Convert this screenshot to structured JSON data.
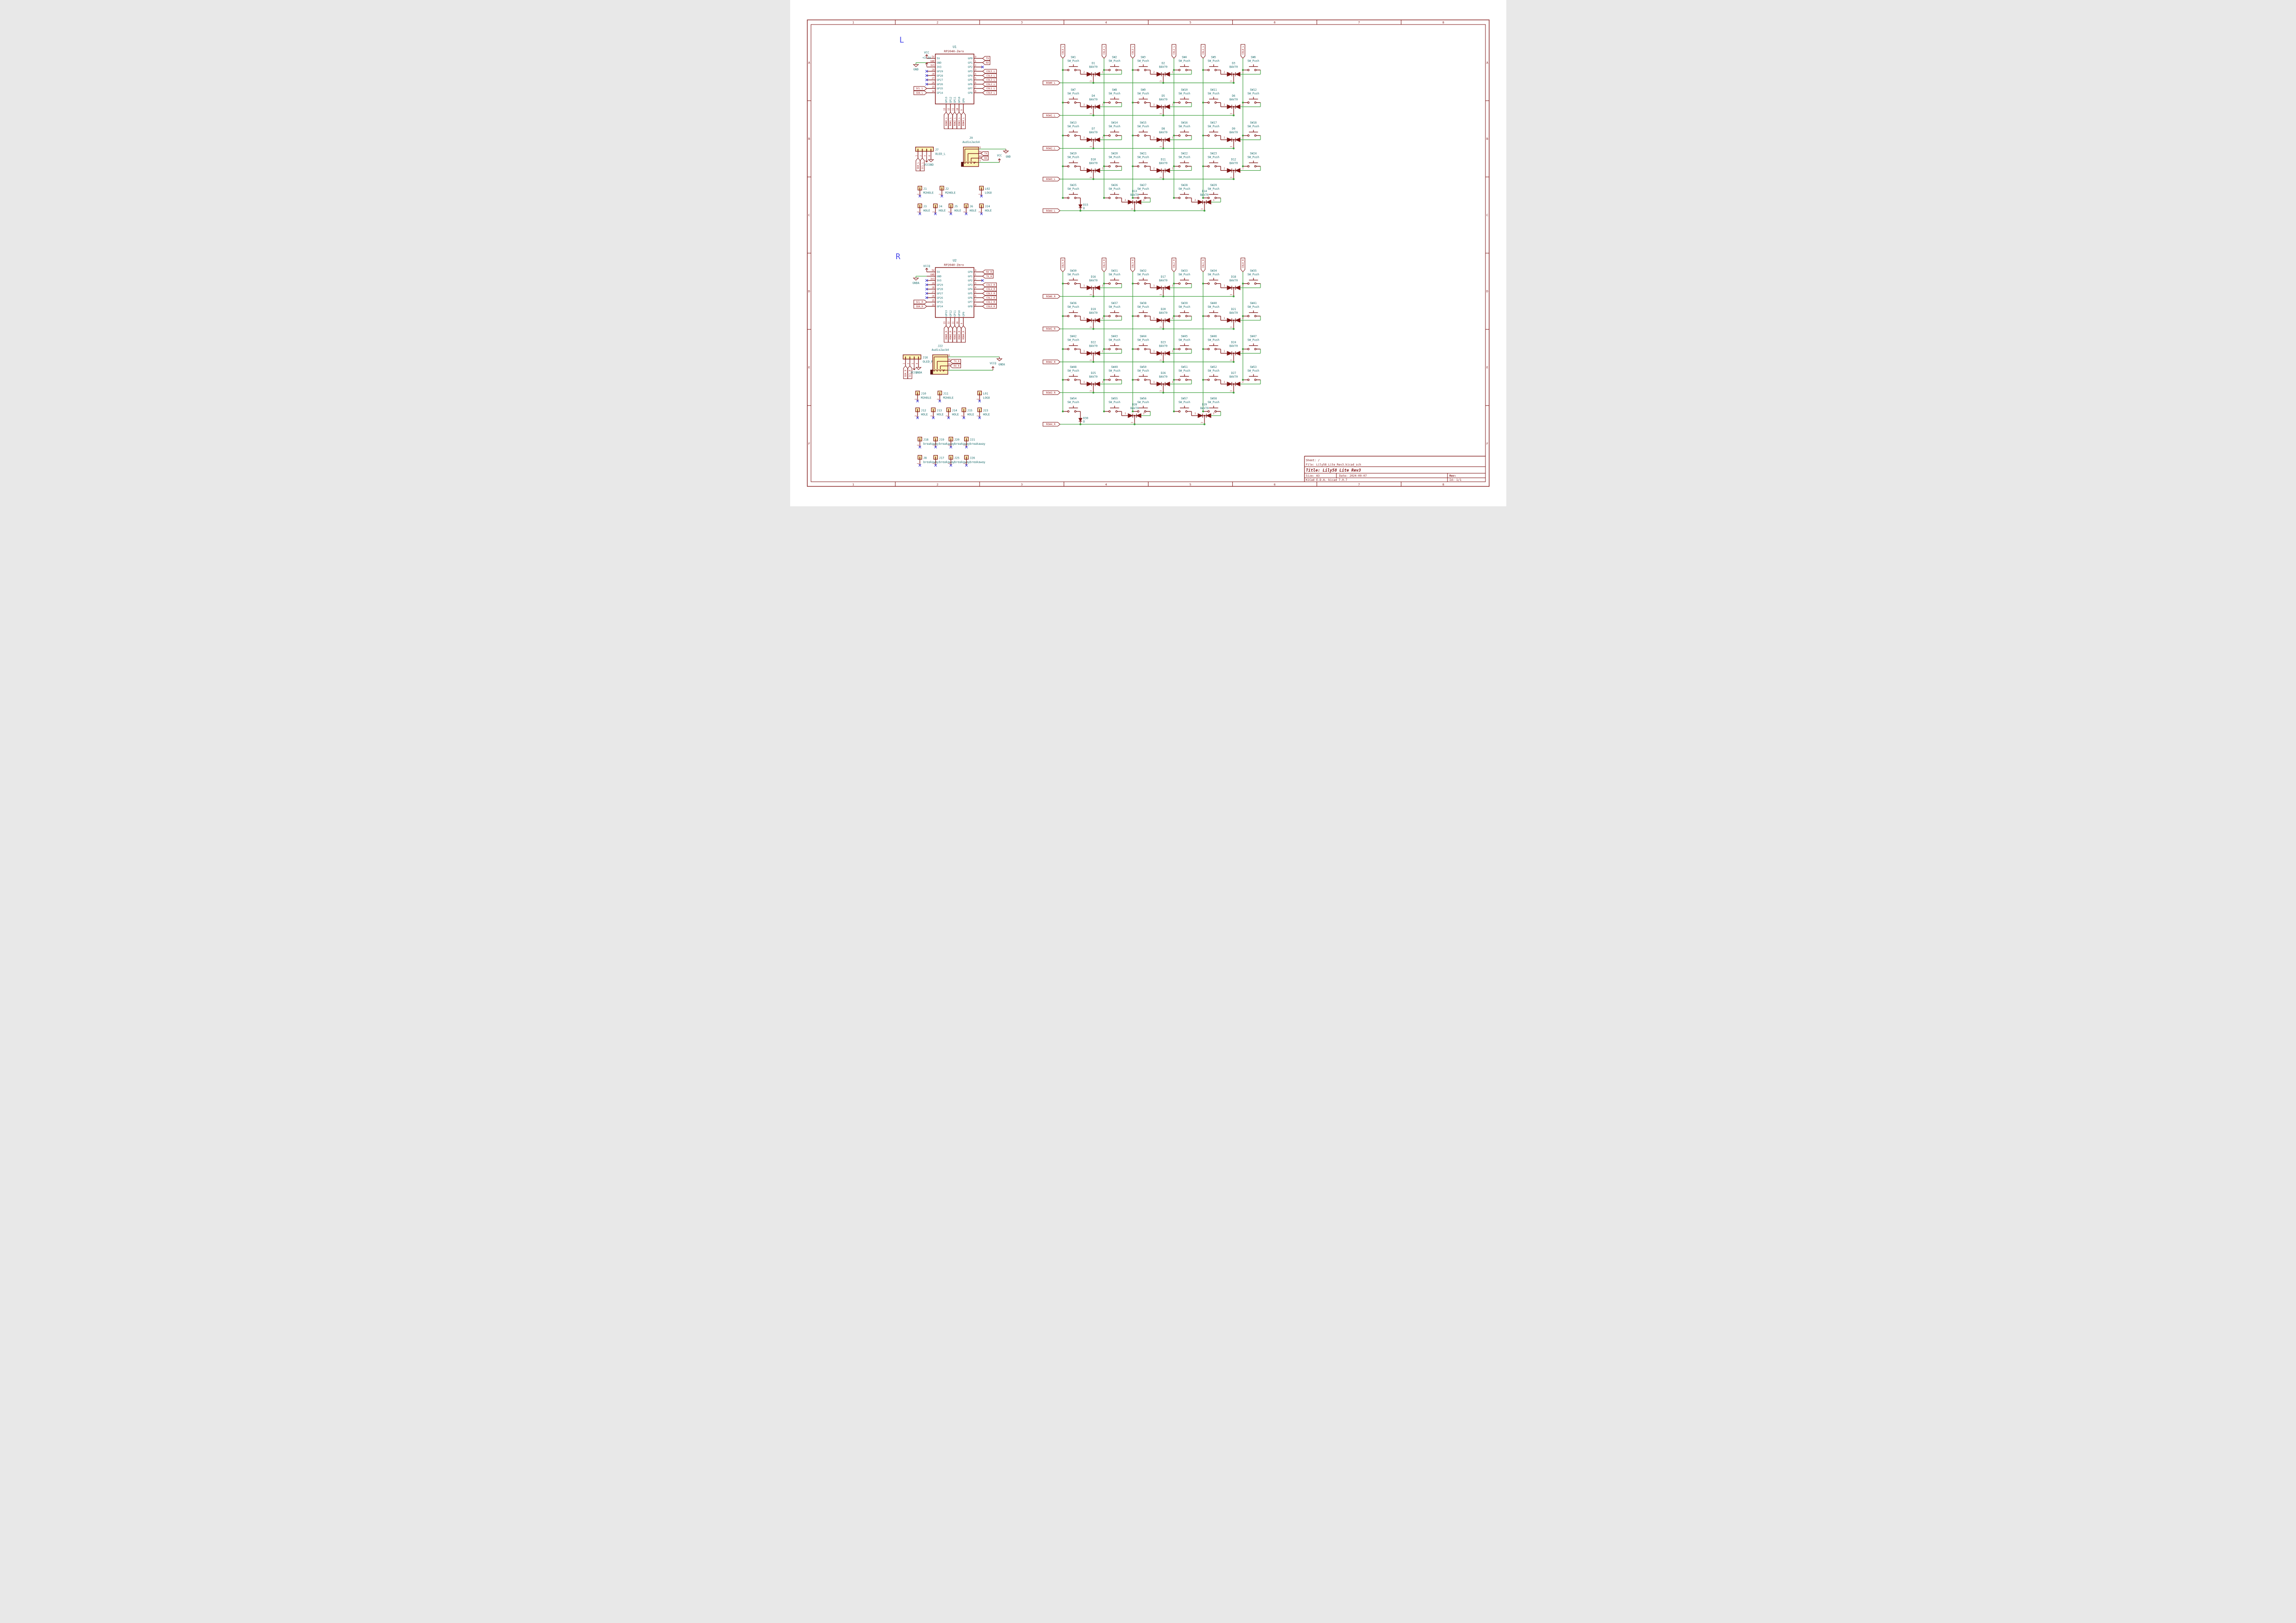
{
  "colors": {
    "maroon": "#7e1414",
    "red": "#9e1c1c",
    "teal": "#1a6b6b",
    "green": "#3da03d",
    "blue": "#3a3ad8",
    "letter_blue": "#4646ea",
    "yellow": "#fcf7b8",
    "sleeve": "#5a0f0f"
  },
  "sheet": {
    "columns": [
      "1",
      "2",
      "3",
      "4",
      "5",
      "6",
      "7",
      "8"
    ],
    "rows": [
      "A",
      "B",
      "C",
      "D",
      "E",
      "F"
    ]
  },
  "title_block": {
    "sheet": "Sheet: /",
    "file": "File: Lily58_Lite_Rev3.kicad_sch",
    "title": "Title: Lily58 Lite Rev3",
    "size": "Size: A3",
    "date": "Date: 2024-09-07",
    "rev": "Rev:",
    "generator": "KiCad E.D.A.  kicad 7.0.7",
    "id": "Id: 1/1"
  },
  "halves": [
    {
      "id": "left",
      "letter": "L",
      "mcu": {
        "ref": "U1",
        "value": "RP2040-Zero",
        "left_pins": [
          {
            "num": "5V",
            "name": "5V",
            "conn": "power",
            "net": "VCC"
          },
          {
            "num": "GND",
            "name": "GND",
            "conn": "ground",
            "net": "GND"
          },
          {
            "num": "3V3",
            "name": "3V3",
            "conn": "power33",
            "net": "+3.3V"
          },
          {
            "num": "29",
            "name": "GP29",
            "conn": "nc"
          },
          {
            "num": "28",
            "name": "GP28",
            "conn": "nc"
          },
          {
            "num": "27",
            "name": "GP27",
            "conn": "nc"
          },
          {
            "num": "26",
            "name": "GP26",
            "conn": "nc"
          },
          {
            "num": "15",
            "name": "GP15",
            "conn": "label",
            "net": "SCL_L"
          },
          {
            "num": "14",
            "name": "GP14",
            "conn": "label",
            "net": "SDA_L"
          }
        ],
        "right_pins": [
          {
            "num": "0",
            "name": "GP0",
            "conn": "label",
            "net": "TX"
          },
          {
            "num": "1",
            "name": "GP1",
            "conn": "label",
            "net": "RX"
          },
          {
            "num": "2",
            "name": "GP2",
            "conn": "nc"
          },
          {
            "num": "3",
            "name": "GP3",
            "conn": "label",
            "net": "COL5_L"
          },
          {
            "num": "4",
            "name": "GP4",
            "conn": "label",
            "net": "COL4_L"
          },
          {
            "num": "5",
            "name": "GP5",
            "conn": "label",
            "net": "COL3_L"
          },
          {
            "num": "6",
            "name": "GP6",
            "conn": "label",
            "net": "COL2_L"
          },
          {
            "num": "7",
            "name": "GP7",
            "conn": "label",
            "net": "COL1_L"
          },
          {
            "num": "8",
            "name": "GP8",
            "conn": "label",
            "net": "COL0_L"
          }
        ],
        "bottom_pins": [
          {
            "num": "13",
            "name": "GP13",
            "net": "ROW0_L"
          },
          {
            "num": "12",
            "name": "GP12",
            "net": "ROW1_L"
          },
          {
            "num": "11",
            "name": "GP11",
            "net": "ROW2_L"
          },
          {
            "num": "10",
            "name": "GP10",
            "net": "ROW3_L"
          },
          {
            "num": "9",
            "name": "GP9",
            "net": "ROW4_L"
          }
        ]
      },
      "oled": {
        "ref": "J7",
        "value": "OLED_L",
        "pin_numbers": [
          "1",
          "2",
          "3",
          "4"
        ],
        "nets": [
          "SDA_L",
          "SCL_L",
          "VCC",
          "GND"
        ]
      },
      "jack": {
        "ref": "J9",
        "value": "AudioJack4",
        "pins": [
          "S",
          "R2",
          "R1",
          "T"
        ],
        "r2_net": "TX",
        "r1_net": "RX",
        "power_net": "VCC",
        "ground_net": "GND"
      },
      "holes": [
        [
          {
            "ref": "J1",
            "value": "M2HOLE"
          },
          {
            "ref": "J2",
            "value": "M2HOLE"
          },
          {
            "ref": "L02",
            "value": "LOGO"
          }
        ],
        [
          {
            "ref": "J3",
            "value": "HOLE"
          },
          {
            "ref": "J4",
            "value": "HOLE"
          },
          {
            "ref": "J5",
            "value": "HOLE"
          },
          {
            "ref": "J6",
            "value": "HOLE"
          },
          {
            "ref": "J24",
            "value": "HOLE"
          }
        ]
      ],
      "breakaways": null,
      "matrix": {
        "switch_value": "SW_Push",
        "col_labels": [
          "COL5_L",
          "COL4_L",
          "COL3_L",
          "COL2_L",
          "COL1_L",
          "COL0_L"
        ],
        "row_labels": [
          "ROW0_L",
          "ROW1_L",
          "ROW2_L",
          "ROW3_L",
          "ROW4_L"
        ],
        "rows": [
          {
            "single": null,
            "pairs": [
              {
                "sw_a": "SW1",
                "diode": "D1",
                "diode_value": "BAV70",
                "sw_b": "SW2"
              },
              {
                "sw_a": "SW3",
                "diode": "D2",
                "diode_value": "BAV70",
                "sw_b": "SW4"
              },
              {
                "sw_a": "SW5",
                "diode": "D3",
                "diode_value": "BAV70",
                "sw_b": "SW6"
              }
            ]
          },
          {
            "single": null,
            "pairs": [
              {
                "sw_a": "SW7",
                "diode": "D4",
                "diode_value": "BAV70",
                "sw_b": "SW8"
              },
              {
                "sw_a": "SW9",
                "diode": "D5",
                "diode_value": "BAV70",
                "sw_b": "SW10"
              },
              {
                "sw_a": "SW11",
                "diode": "D6",
                "diode_value": "BAV70",
                "sw_b": "SW12"
              }
            ]
          },
          {
            "single": null,
            "pairs": [
              {
                "sw_a": "SW13",
                "diode": "D7",
                "diode_value": "BAV70",
                "sw_b": "SW14"
              },
              {
                "sw_a": "SW15",
                "diode": "D8",
                "diode_value": "BAV70",
                "sw_b": "SW16"
              },
              {
                "sw_a": "SW17",
                "diode": "D9",
                "diode_value": "BAV70",
                "sw_b": "SW18"
              }
            ]
          },
          {
            "single": null,
            "pairs": [
              {
                "sw_a": "SW19",
                "diode": "D10",
                "diode_value": "BAV70",
                "sw_b": "SW20"
              },
              {
                "sw_a": "SW21",
                "diode": "D11",
                "diode_value": "BAV70",
                "sw_b": "SW22"
              },
              {
                "sw_a": "SW23",
                "diode": "D12",
                "diode_value": "BAV70",
                "sw_b": "SW24"
              }
            ]
          },
          {
            "single": {
              "sw": "SW25",
              "diode": "D15",
              "diode_value": "D"
            },
            "pairs": [
              {
                "sw_a": "SW26",
                "diode": "D13",
                "diode_value": "BAV70",
                "sw_b": "SW27"
              },
              {
                "sw_a": "SW28",
                "diode": "D14",
                "diode_value": "BAV70",
                "sw_b": "SW29"
              }
            ]
          }
        ]
      }
    },
    {
      "id": "right",
      "letter": "R",
      "mcu": {
        "ref": "U2",
        "value": "RP2040-Zero",
        "left_pins": [
          {
            "num": "5V",
            "name": "5V",
            "conn": "power",
            "net": "VCCQ"
          },
          {
            "num": "GND",
            "name": "GND",
            "conn": "ground",
            "net": "GNDA"
          },
          {
            "num": "3V3",
            "name": "3V3",
            "conn": "nc"
          },
          {
            "num": "29",
            "name": "GP29",
            "conn": "nc"
          },
          {
            "num": "28",
            "name": "GP28",
            "conn": "nc"
          },
          {
            "num": "27",
            "name": "GP27",
            "conn": "nc"
          },
          {
            "num": "26",
            "name": "GP26",
            "conn": "nc"
          },
          {
            "num": "15",
            "name": "GP15",
            "conn": "label",
            "net": "SCL_R"
          },
          {
            "num": "14",
            "name": "GP14",
            "conn": "label",
            "net": "SDA_R"
          }
        ],
        "right_pins": [
          {
            "num": "0",
            "name": "GP0",
            "conn": "label",
            "net": "RX_R"
          },
          {
            "num": "1",
            "name": "GP1",
            "conn": "label",
            "net": "TX_R"
          },
          {
            "num": "2",
            "name": "GP2",
            "conn": "nc"
          },
          {
            "num": "3",
            "name": "GP3",
            "conn": "label",
            "net": "COL5_R"
          },
          {
            "num": "4",
            "name": "GP4",
            "conn": "label",
            "net": "COL4_R"
          },
          {
            "num": "5",
            "name": "GP5",
            "conn": "label",
            "net": "COL3_R"
          },
          {
            "num": "6",
            "name": "GP6",
            "conn": "label",
            "net": "COL2_R"
          },
          {
            "num": "7",
            "name": "GP7",
            "conn": "label",
            "net": "COL1_R"
          },
          {
            "num": "8",
            "name": "GP8",
            "conn": "label",
            "net": "COL0_R"
          }
        ],
        "bottom_pins": [
          {
            "num": "13",
            "name": "GP13",
            "net": "ROW0_R"
          },
          {
            "num": "12",
            "name": "GP12",
            "net": "ROW1_R"
          },
          {
            "num": "11",
            "name": "GP11",
            "net": "ROW2_R"
          },
          {
            "num": "10",
            "name": "GP10",
            "net": "ROW3_R"
          },
          {
            "num": "9",
            "name": "GP9",
            "net": "ROW4_R"
          }
        ]
      },
      "oled": {
        "ref": "J16",
        "value": "OLED_R",
        "pin_numbers": [
          "1",
          "2",
          "3",
          "4"
        ],
        "nets": [
          "SDA_R",
          "SCL_R",
          "VCCQ",
          "GNDA"
        ]
      },
      "jack": {
        "ref": "J22",
        "value": "AudioJack4",
        "pins": [
          "S",
          "R2",
          "R1",
          "T"
        ],
        "r2_net": "TX_R",
        "r1_net": "RX_R",
        "power_net": "VCCQ",
        "ground_net": "GNDA"
      },
      "holes": [
        [
          {
            "ref": "J10",
            "value": "M2HOLE"
          },
          {
            "ref": "J11",
            "value": "M2HOLE"
          },
          {
            "ref": "L01",
            "value": "LOGO"
          }
        ],
        [
          {
            "ref": "J12",
            "value": "HOLE"
          },
          {
            "ref": "J13",
            "value": "HOLE"
          },
          {
            "ref": "J14",
            "value": "HOLE"
          },
          {
            "ref": "J15",
            "value": "HOLE"
          },
          {
            "ref": "J23",
            "value": "HOLE"
          }
        ]
      ],
      "breakaways": [
        [
          {
            "ref": "J18",
            "value": "breakaway"
          },
          {
            "ref": "J19",
            "value": "breakaway"
          },
          {
            "ref": "J20",
            "value": "breakaway"
          },
          {
            "ref": "J21",
            "value": "breakaway"
          }
        ],
        [
          {
            "ref": "J8",
            "value": "breakaway"
          },
          {
            "ref": "J17",
            "value": "breakaway"
          },
          {
            "ref": "J25",
            "value": "breakaway"
          },
          {
            "ref": "J26",
            "value": "breakaway"
          }
        ]
      ],
      "matrix": {
        "switch_value": "SW_Push",
        "col_labels": [
          "COL5_R",
          "COL4_R",
          "COL3_R",
          "COL2_R",
          "COL1_R",
          "COL0_R"
        ],
        "row_labels": [
          "ROW0_R",
          "ROW1_R",
          "ROW2_R",
          "ROW3_R",
          "ROW4_R"
        ],
        "rows": [
          {
            "single": null,
            "pairs": [
              {
                "sw_a": "SW30",
                "diode": "D16",
                "diode_value": "BAV70",
                "sw_b": "SW31"
              },
              {
                "sw_a": "SW32",
                "diode": "D17",
                "diode_value": "BAV70",
                "sw_b": "SW33"
              },
              {
                "sw_a": "SW34",
                "diode": "D18",
                "diode_value": "BAV70",
                "sw_b": "SW35"
              }
            ]
          },
          {
            "single": null,
            "pairs": [
              {
                "sw_a": "SW36",
                "diode": "D19",
                "diode_value": "BAV70",
                "sw_b": "SW37"
              },
              {
                "sw_a": "SW38",
                "diode": "D20",
                "diode_value": "BAV70",
                "sw_b": "SW39"
              },
              {
                "sw_a": "SW40",
                "diode": "D21",
                "diode_value": "BAV70",
                "sw_b": "SW41"
              }
            ]
          },
          {
            "single": null,
            "pairs": [
              {
                "sw_a": "SW42",
                "diode": "D22",
                "diode_value": "BAV70",
                "sw_b": "SW43"
              },
              {
                "sw_a": "SW44",
                "diode": "D23",
                "diode_value": "BAV70",
                "sw_b": "SW45"
              },
              {
                "sw_a": "SW46",
                "diode": "D24",
                "diode_value": "BAV70",
                "sw_b": "SW47"
              }
            ]
          },
          {
            "single": null,
            "pairs": [
              {
                "sw_a": "SW48",
                "diode": "D25",
                "diode_value": "BAV70",
                "sw_b": "SW49"
              },
              {
                "sw_a": "SW50",
                "diode": "D26",
                "diode_value": "BAV70",
                "sw_b": "SW51"
              },
              {
                "sw_a": "SW52",
                "diode": "D27",
                "diode_value": "BAV70",
                "sw_b": "SW53"
              }
            ]
          },
          {
            "single": {
              "sw": "SW54",
              "diode": "D30",
              "diode_value": "D"
            },
            "pairs": [
              {
                "sw_a": "SW55",
                "diode": "D28",
                "diode_value": "BAV70",
                "sw_b": "SW56"
              },
              {
                "sw_a": "SW57",
                "diode": "D29",
                "diode_value": "BAV70",
                "sw_b": "SW58"
              }
            ]
          }
        ]
      }
    }
  ]
}
